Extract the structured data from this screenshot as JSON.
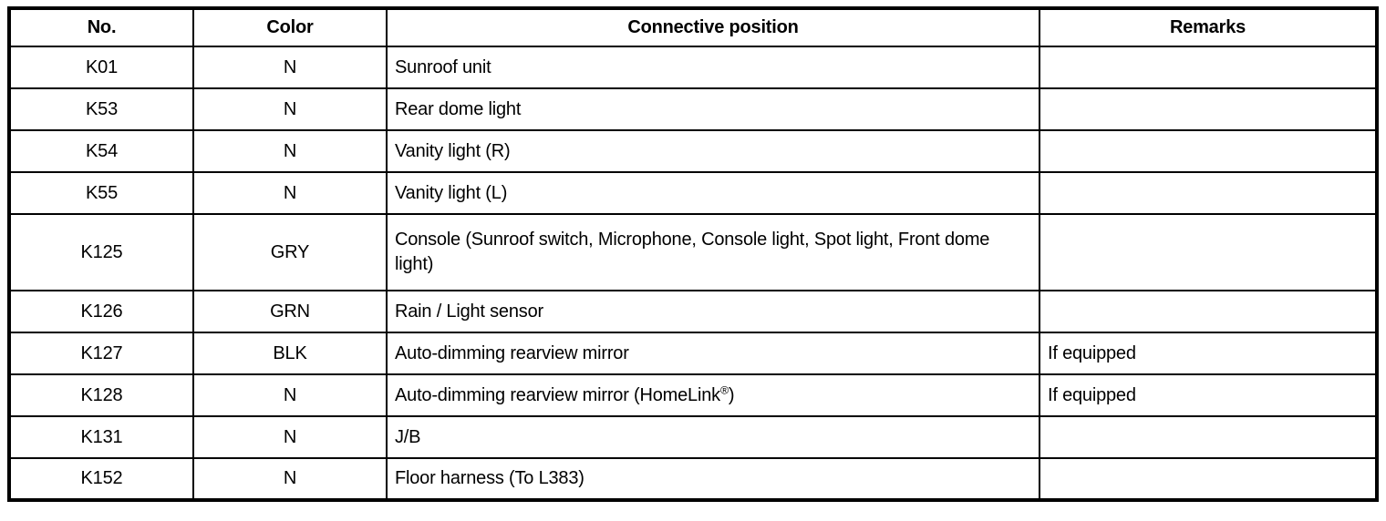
{
  "table": {
    "headers": [
      "No.",
      "Color",
      "Connective position",
      "Remarks"
    ],
    "rows": [
      {
        "no": "K01",
        "color": "N",
        "position": "Sunroof unit",
        "remarks": ""
      },
      {
        "no": "K53",
        "color": "N",
        "position": "Rear dome light",
        "remarks": ""
      },
      {
        "no": "K54",
        "color": "N",
        "position": "Vanity light (R)",
        "remarks": ""
      },
      {
        "no": "K55",
        "color": "N",
        "position": "Vanity light (L)",
        "remarks": ""
      },
      {
        "no": "K125",
        "color": "GRY",
        "position": "Console (Sunroof switch, Microphone, Console light, Spot light, Front dome light)",
        "remarks": ""
      },
      {
        "no": "K126",
        "color": "GRN",
        "position": "Rain / Light sensor",
        "remarks": ""
      },
      {
        "no": "K127",
        "color": "BLK",
        "position": "Auto-dimming rearview mirror",
        "remarks": "If equipped"
      },
      {
        "no": "K128",
        "color": "N",
        "position": "Auto-dimming rearview mirror (HomeLink®)",
        "remarks": "If equipped"
      },
      {
        "no": "K131",
        "color": "N",
        "position": "J/B",
        "remarks": ""
      },
      {
        "no": "K152",
        "color": "N",
        "position": "Floor harness (To L383)",
        "remarks": ""
      }
    ]
  }
}
